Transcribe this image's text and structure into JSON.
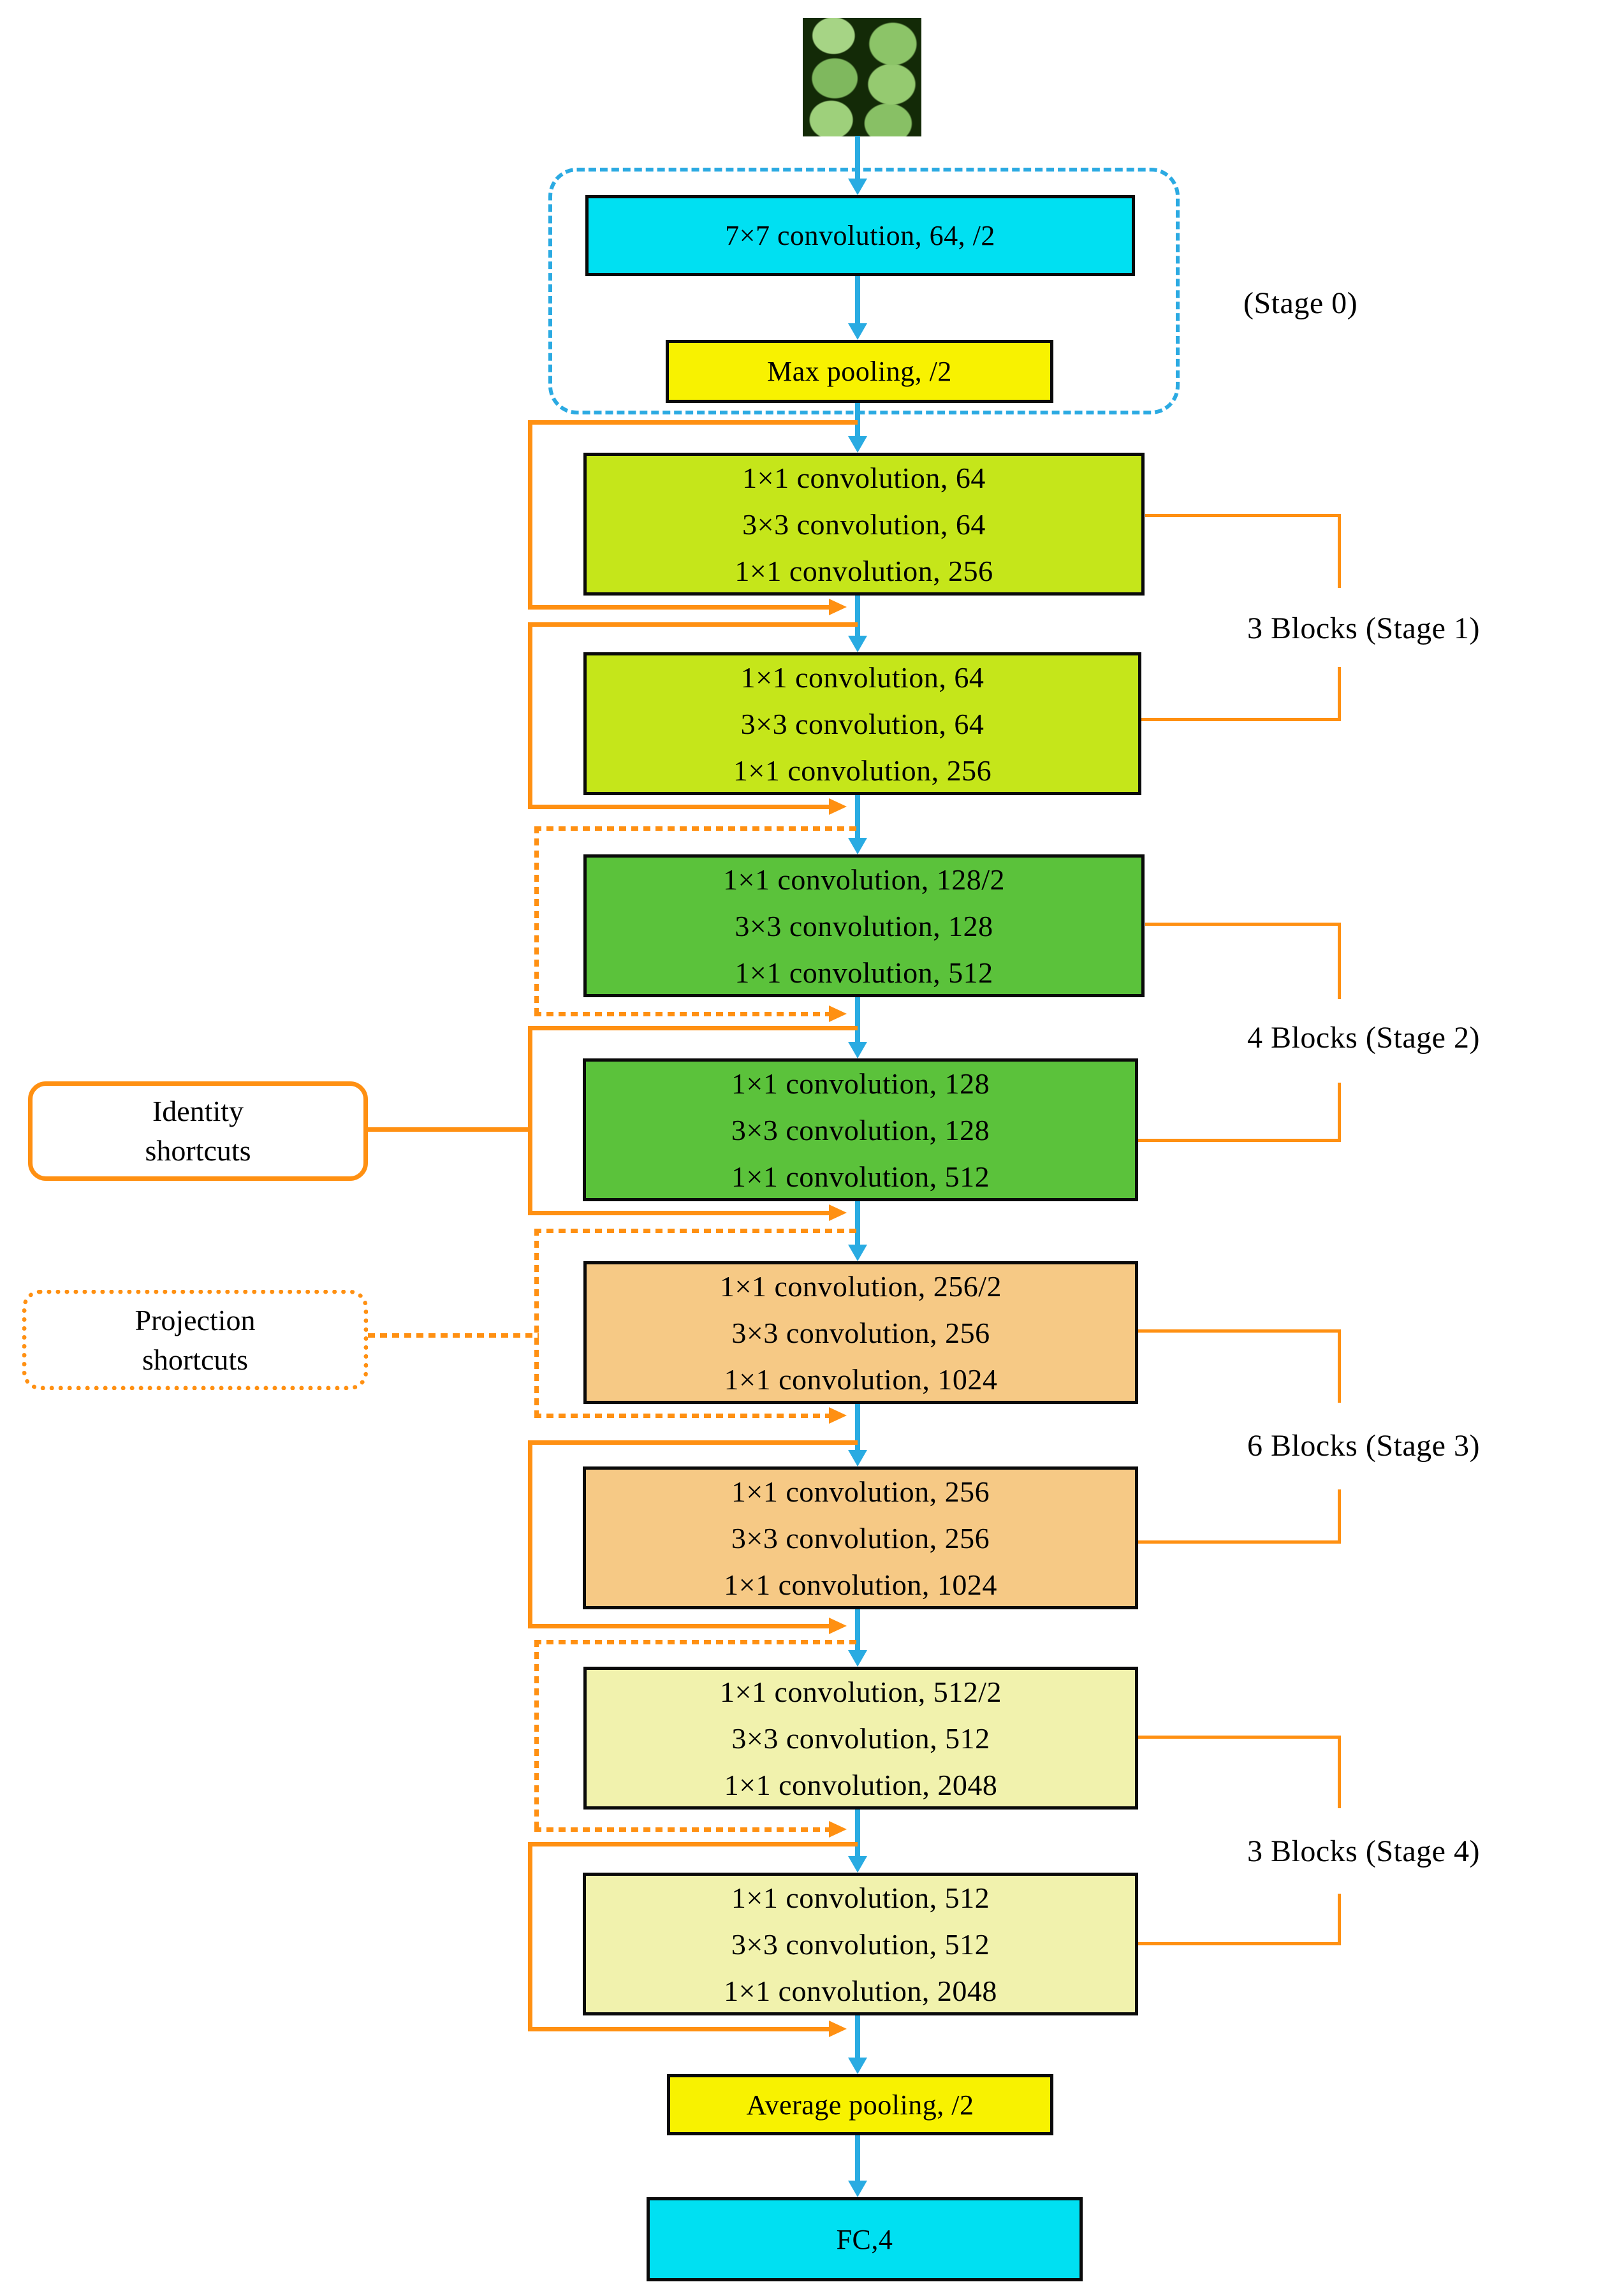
{
  "stage0": {
    "conv": "7×7 convolution, 64, /2",
    "pool": "Max pooling, /2",
    "label": "(Stage 0)"
  },
  "stages": [
    {
      "label": "3 Blocks (Stage 1)",
      "block1": [
        "1×1 convolution, 64",
        "3×3 convolution, 64",
        "1×1 convolution, 256"
      ],
      "block2": [
        "1×1 convolution, 64",
        "3×3 convolution, 64",
        "1×1 convolution, 256"
      ]
    },
    {
      "label": "4 Blocks (Stage 2)",
      "block1": [
        "1×1 convolution, 128/2",
        "3×3 convolution, 128",
        "1×1 convolution, 512"
      ],
      "block2": [
        "1×1 convolution, 128",
        "3×3 convolution, 128",
        "1×1 convolution, 512"
      ]
    },
    {
      "label": "6 Blocks (Stage 3)",
      "block1": [
        "1×1 convolution, 256/2",
        "3×3 convolution, 256",
        "1×1 convolution, 1024"
      ],
      "block2": [
        "1×1 convolution, 256",
        "3×3 convolution, 256",
        "1×1 convolution, 1024"
      ]
    },
    {
      "label": "3 Blocks (Stage 4)",
      "block1": [
        "1×1 convolution, 512/2",
        "3×3 convolution, 512",
        "1×1 convolution, 2048"
      ],
      "block2": [
        "1×1 convolution, 512",
        "3×3 convolution, 512",
        "1×1 convolution, 2048"
      ]
    }
  ],
  "tail": {
    "avgpool": "Average pooling, /2",
    "fc": "FC,4"
  },
  "legend": {
    "identity_line1": "Identity",
    "identity_line2": "shortcuts",
    "projection_line1": "Projection",
    "projection_line2": "shortcuts"
  },
  "icons": {
    "flow_arrow": "down-triangle",
    "shortcut_arrow": "right-triangle"
  },
  "colors": {
    "flow_arrow": "#29ABE2",
    "stage0_outline": "#2BAAE2",
    "shortcut_orange": "#FF9012",
    "conv7_fill": "#00E0F2",
    "pooling_fill": "#F8F200",
    "stage1_fill": "#C5E61A",
    "stage2_fill": "#5BC23B",
    "stage3_fill": "#F6C985",
    "stage4_fill": "#F1F2AD",
    "fc_fill": "#00E0F2",
    "box_border": "#0A0A0A",
    "text": "#000000"
  }
}
